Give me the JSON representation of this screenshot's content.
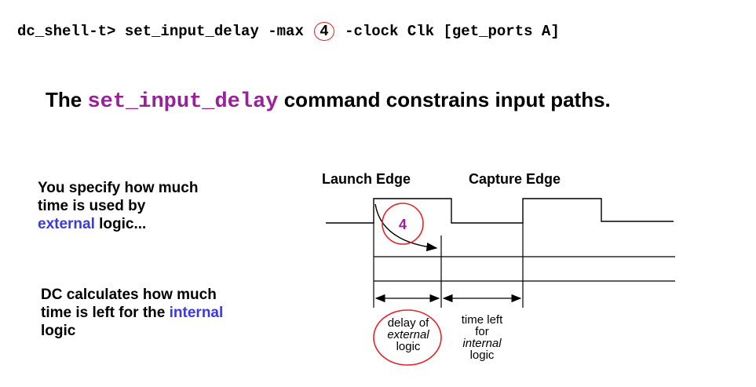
{
  "command": {
    "prefix": "dc_shell-t> set_input_delay -max",
    "value": "4",
    "suffix": "-clock Clk [get_ports A]"
  },
  "headline": {
    "before": "The ",
    "command_word": "set_input_delay",
    "after": " command constrains input paths."
  },
  "side_text_1": {
    "line_a": "You specify how much",
    "line_b": "time is used by",
    "highlight": "external",
    "rest": " logic..."
  },
  "side_text_2": {
    "line_a": "DC calculates how much",
    "line_b": "time is left for the ",
    "highlight": "internal",
    "line_c": "logic"
  },
  "diagram": {
    "launch_edge_label": "Launch Edge",
    "capture_edge_label": "Capture Edge",
    "delay_circle_value": "4",
    "delay_label": {
      "line1": "delay of",
      "line2": "external",
      "line3": "logic"
    },
    "time_left_label": {
      "line1": "time left",
      "line2": "for",
      "line3": "internal",
      "line4": "logic"
    }
  },
  "colors": {
    "accent_red": "#e0252b",
    "command_purple": "#9a1f9a",
    "highlight_blue": "#3a3ae0"
  }
}
